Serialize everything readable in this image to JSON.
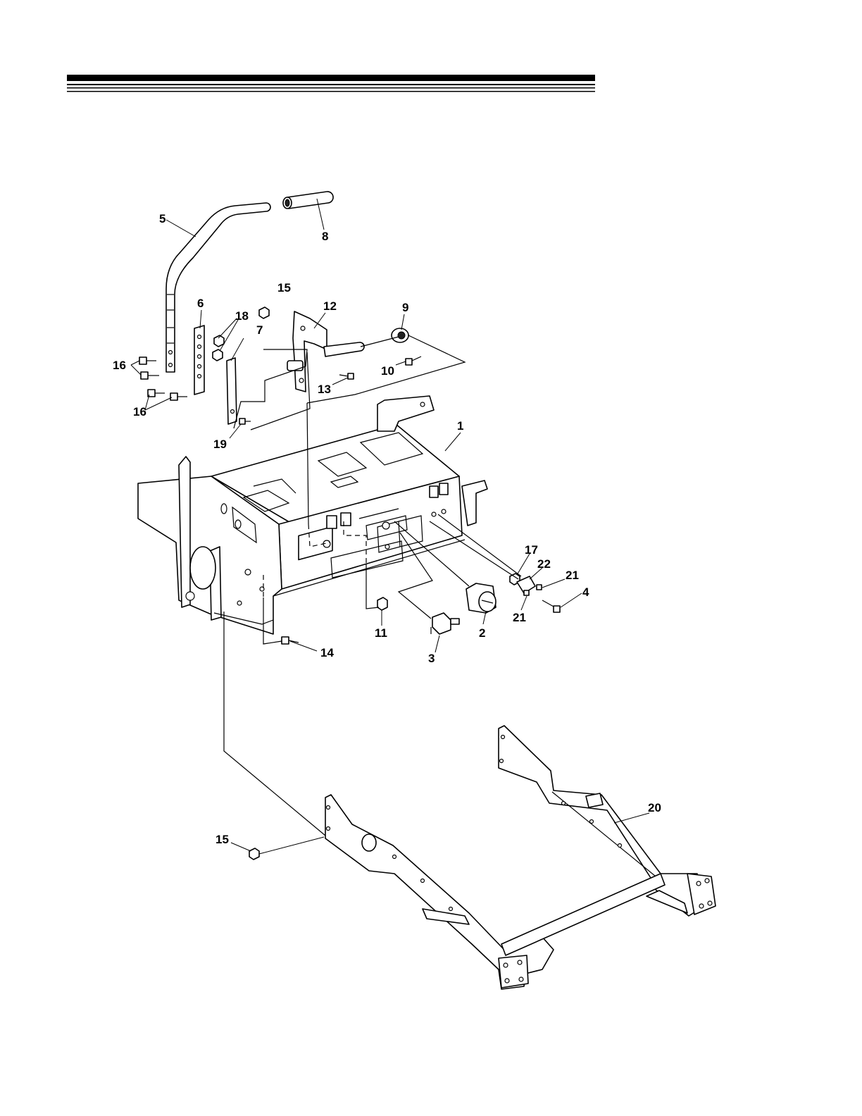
{
  "callouts": [
    {
      "id": "c5",
      "label": "5"
    },
    {
      "id": "c8",
      "label": "8"
    },
    {
      "id": "c15a",
      "label": "15"
    },
    {
      "id": "c6",
      "label": "6"
    },
    {
      "id": "c18",
      "label": "18"
    },
    {
      "id": "c12",
      "label": "12"
    },
    {
      "id": "c9",
      "label": "9"
    },
    {
      "id": "c7",
      "label": "7"
    },
    {
      "id": "c16a",
      "label": "16"
    },
    {
      "id": "c10",
      "label": "10"
    },
    {
      "id": "c13",
      "label": "13"
    },
    {
      "id": "c16b",
      "label": "16"
    },
    {
      "id": "c19",
      "label": "19"
    },
    {
      "id": "c1",
      "label": "1"
    },
    {
      "id": "c17",
      "label": "17"
    },
    {
      "id": "c22",
      "label": "22"
    },
    {
      "id": "c21a",
      "label": "21"
    },
    {
      "id": "c4",
      "label": "4"
    },
    {
      "id": "c21b",
      "label": "21"
    },
    {
      "id": "c11",
      "label": "11"
    },
    {
      "id": "c2",
      "label": "2"
    },
    {
      "id": "c3",
      "label": "3"
    },
    {
      "id": "c14",
      "label": "14"
    },
    {
      "id": "c20",
      "label": "20"
    },
    {
      "id": "c15b",
      "label": "15"
    }
  ]
}
